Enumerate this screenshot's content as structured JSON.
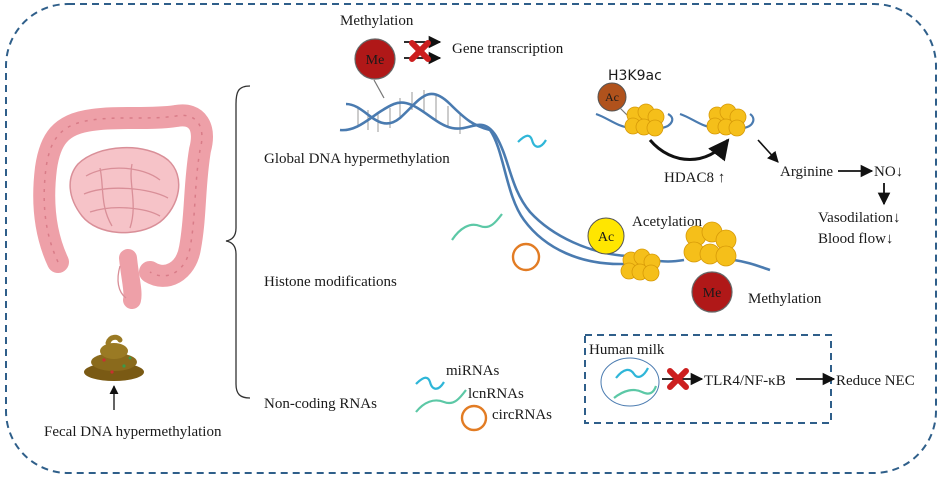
{
  "labels": {
    "methylation_top": "Methylation",
    "me_top": "Me",
    "gene_transcription": "Gene transcription",
    "h3k9ac": "H3K9ac",
    "ac_small": "Ac",
    "hdac8": "HDAC8 ↑",
    "arginine": "Arginine",
    "no": "NO↓",
    "vasodilation": "Vasodilation↓",
    "blood_flow": "Blood flow↓",
    "global_dna": "Global DNA hypermethylation",
    "histone_mod": "Histone modifications",
    "noncoding": "Non-coding RNAs",
    "acetylation": "Acetylation",
    "ac_big": "Ac",
    "me_bottom": "Me",
    "methylation_bottom": "Methylation",
    "mirnas": "miRNAs",
    "lncrnas": "lcnRNAs",
    "circrnas": "circRNAs",
    "human_milk": "Human milk",
    "tlr4": "TLR4/NF-κB",
    "reduce_nec": "Reduce NEC",
    "fecal": "Fecal DNA hypermethylation"
  },
  "colors": {
    "frame": "#2f5f8a",
    "methyl_red": "#b01818",
    "ac_orange": "#b0521c",
    "ac_yellow": "#ffe600",
    "nucleosome": "#f5bf1a",
    "dna_blue": "#4a7bb0",
    "rna_cyan": "#2fb6d8",
    "rna_green": "#5cc8a6",
    "circ_orange": "#e27c24",
    "block_red": "#cc1f1f",
    "intestine_pink": "#eea0a8",
    "stool_brown": "#8a6a1c"
  }
}
